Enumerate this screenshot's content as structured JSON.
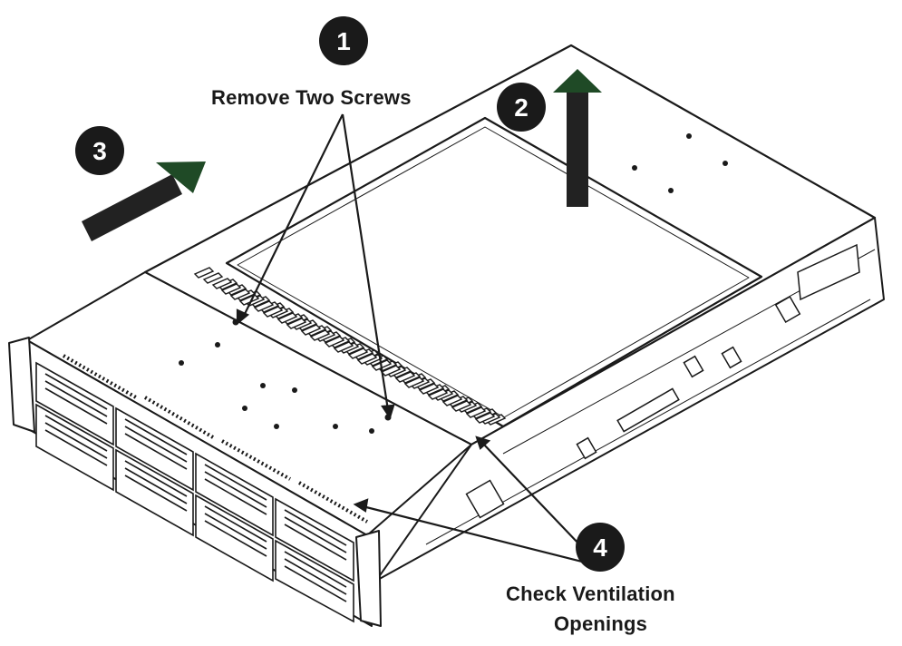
{
  "labels": {
    "remove_screws": "Remove Two Screws",
    "check_ventilation_line1": "Check Ventilation",
    "check_ventilation_line2": "Openings"
  },
  "steps": [
    {
      "number": "1"
    },
    {
      "number": "2"
    },
    {
      "number": "3"
    },
    {
      "number": "4"
    }
  ],
  "colors": {
    "badge": "#1a1a1a",
    "arrow_head": "#1f4a26",
    "arrow_shaft": "#222222",
    "line": "#1a1a1a"
  },
  "icons": {
    "lift_arrow": "up-arrow-icon",
    "slide_arrow": "diagonal-arrow-icon"
  }
}
